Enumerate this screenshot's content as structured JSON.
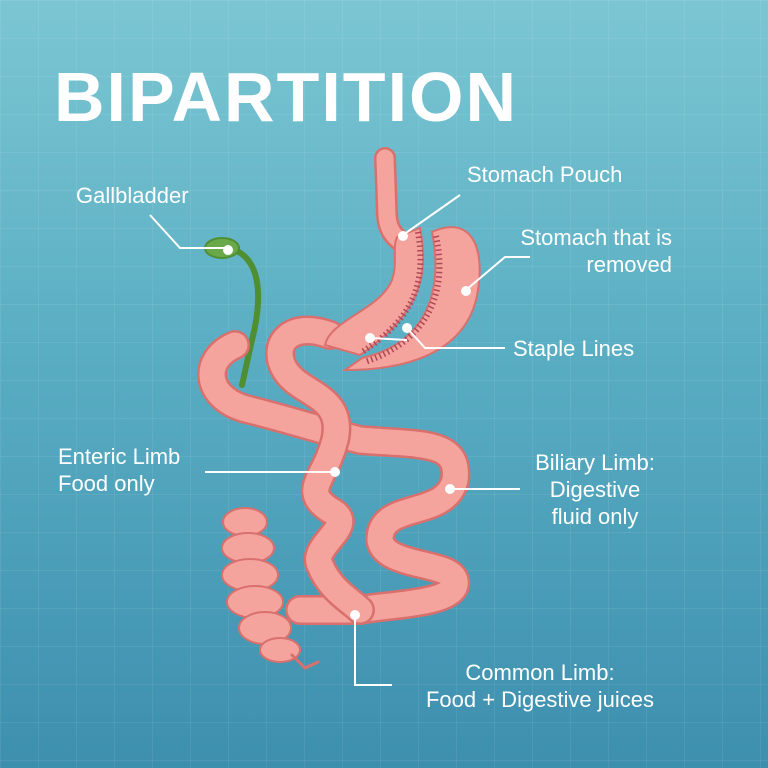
{
  "title": "BIPARTITION",
  "labels": {
    "gallbladder": "Gallbladder",
    "stomach_pouch": "Stomach Pouch",
    "stomach_removed_1": "Stomach that is",
    "stomach_removed_2": "removed",
    "staple_lines": "Staple Lines",
    "enteric_1": "Enteric Limb",
    "enteric_2": "Food only",
    "biliary_1": "Biliary Limb:",
    "biliary_2": "Digestive",
    "biliary_3": "fluid only",
    "common_1": "Common Limb:",
    "common_2": "Food + Digestive juices"
  },
  "colors": {
    "tissue": "#f4a49c",
    "tissue_outline": "#d9706e",
    "gallbladder": "#5a9a3a"
  }
}
